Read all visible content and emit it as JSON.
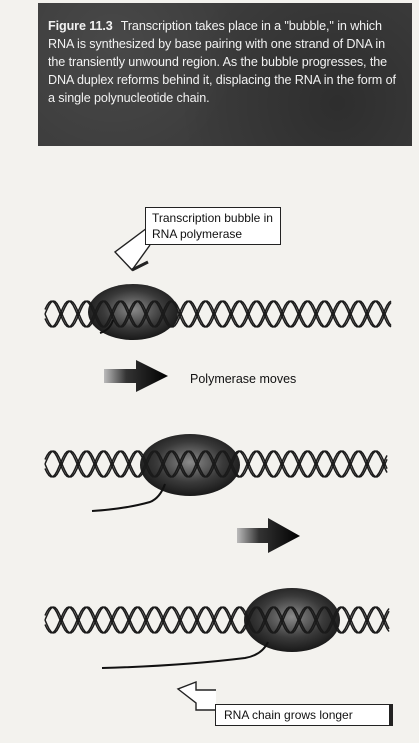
{
  "caption": {
    "figure_label": "Figure 11.3",
    "text": "Transcription takes place in a \"bubble,\" in which RNA is synthesized by base pairing with one strand of DNA in the transiently unwound region. As the bubble progresses, the DNA duplex reforms behind it, displacing the RNA in the form of a single polynucleotide chain."
  },
  "labels": {
    "bubble": "Transcription bubble in RNA polymerase",
    "moves": "Polymerase moves",
    "grows": "RNA chain grows longer"
  }
}
